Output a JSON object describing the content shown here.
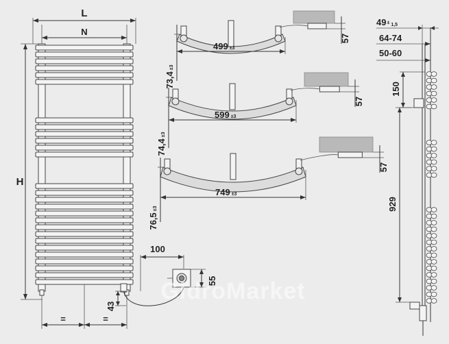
{
  "front_view": {
    "width_label": "L",
    "inner_label": "N",
    "height_label": "H",
    "equal_label_1": "=",
    "equal_label_2": "="
  },
  "connection": {
    "offset_label": "100",
    "box_label": "55",
    "bottom_label": "43"
  },
  "top_views": [
    {
      "width_label": "499",
      "width_tol": "±3",
      "depth_label": "73,4",
      "depth_tol": "±3",
      "wall_label": "57"
    },
    {
      "width_label": "599",
      "width_tol": "±3",
      "depth_label": "74,4",
      "depth_tol": "±3",
      "wall_label": "57"
    },
    {
      "width_label": "749",
      "width_tol": "±3",
      "depth_label": "76,5",
      "depth_tol": "±3",
      "wall_label": "57"
    }
  ],
  "side_view": {
    "top_label": "49",
    "top_tol": "±",
    "top_tol_value": "1,5",
    "range_label_1": "64-74",
    "range_label_2": "50-60",
    "element_label": "150",
    "length_label": "929"
  },
  "watermark": "GidroMarket",
  "colors": {
    "background": "#ececec",
    "line": "#333333",
    "wall": "#b9b9b9"
  }
}
